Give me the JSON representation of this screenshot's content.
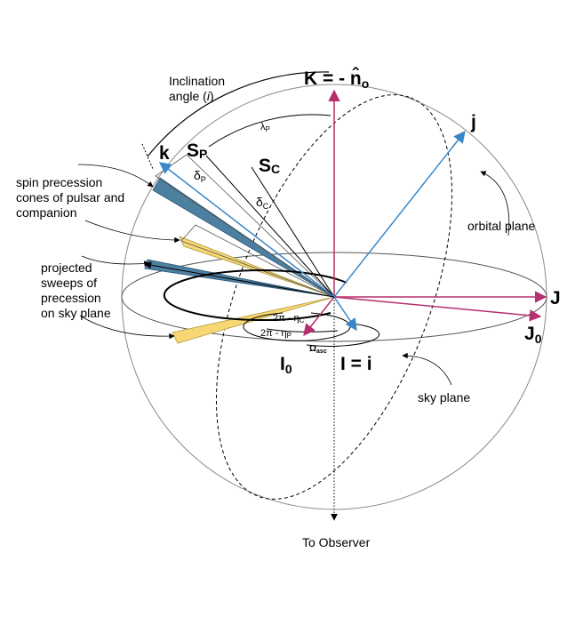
{
  "diagram": {
    "labels": {
      "K": "K = - n̂",
      "K_sub": "o",
      "j": "j",
      "k": "k",
      "S_p": "S",
      "S_p_sub": "P",
      "S_c": "S",
      "S_c_sub": "C",
      "J": "J",
      "J0": "J",
      "J0_sub": "0",
      "I0": "I",
      "I0_sub": "0",
      "I": "I = i",
      "lambda_p": "λ",
      "lambda_p_sub": "P",
      "delta_p": "δ",
      "delta_p_sub": "P",
      "delta_c": "δ",
      "delta_c_sub": "C",
      "eta_c": "2π - η",
      "eta_c_sub": "C",
      "eta_p": "2π - η",
      "eta_p_sub": "P",
      "omega": "Ω",
      "omega_sub": "asc"
    },
    "annotations": {
      "inclination_line1": "Inclination",
      "inclination_line2a": "angle (",
      "inclination_line2b": "i",
      "inclination_line2c": ")",
      "cones_line1": "spin precession",
      "cones_line2": "cones of pulsar and",
      "cones_line3": "companion",
      "sweeps_line1": "projected",
      "sweeps_line2": "sweeps of",
      "sweeps_line3": "precession",
      "sweeps_line4": "on sky plane",
      "orbital_plane": "orbital plane",
      "sky_plane": "sky plane",
      "observer": "To Observer"
    },
    "colors": {
      "magenta": "#b5306e",
      "blue": "#3a86c8",
      "steel": "#4d7fa0",
      "yellow": "#f7d774",
      "ink": "#000000",
      "gray": "#888888"
    }
  }
}
